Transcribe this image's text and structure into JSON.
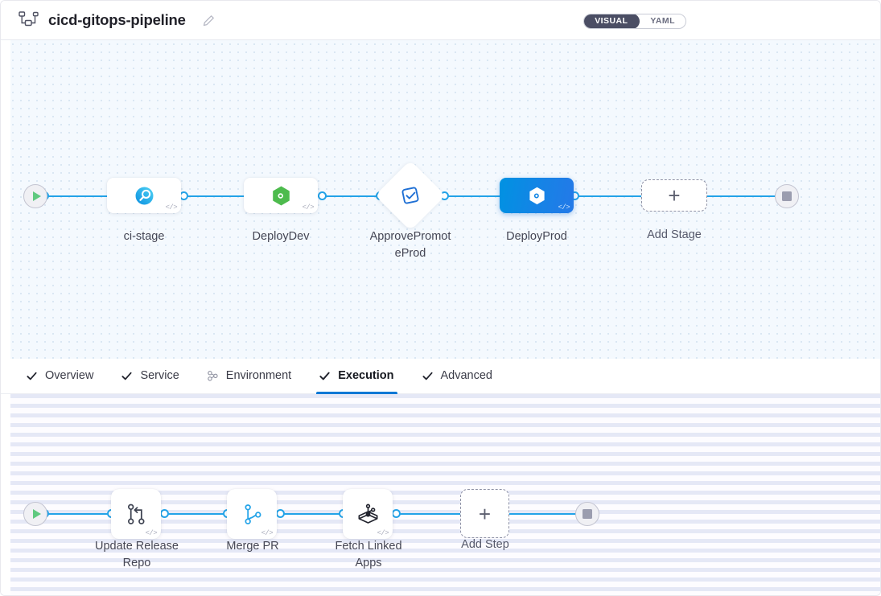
{
  "header": {
    "pipeline_icon": "pipeline-nodes-icon",
    "title": "cicd-gitops-pipeline",
    "edit_icon": "pencil-edit-icon",
    "view_toggle": {
      "options": [
        "VISUAL",
        "YAML"
      ],
      "selected": "VISUAL"
    }
  },
  "stage_graph": {
    "start_node": {
      "name": "start-node",
      "icon": "play-icon"
    },
    "end_node": {
      "name": "end-node",
      "icon": "stop-icon"
    },
    "stages": [
      {
        "label": "ci-stage",
        "icon": "ci-build-icon",
        "shape": "rounded",
        "selected": false,
        "code_badge": "</>"
      },
      {
        "label": "DeployDev",
        "icon": "cd-hexagon-green-icon",
        "shape": "rounded",
        "selected": false,
        "code_badge": "</>"
      },
      {
        "label": "ApprovePromot\neProd",
        "icon": "approval-stamp-icon",
        "shape": "diamond",
        "selected": false,
        "code_badge": ""
      },
      {
        "label": "DeployProd",
        "icon": "cd-hexagon-white-icon",
        "shape": "rounded",
        "selected": true,
        "code_badge": "</>"
      }
    ],
    "add_stage": {
      "label": "Add Stage",
      "icon": "plus-icon"
    }
  },
  "tabs": [
    {
      "label": "Overview",
      "icon": "check-icon",
      "active": false
    },
    {
      "label": "Service",
      "icon": "check-icon",
      "active": false
    },
    {
      "label": "Environment",
      "icon": "infrastructure-icon",
      "active": false
    },
    {
      "label": "Execution",
      "icon": "check-icon",
      "active": true
    },
    {
      "label": "Advanced",
      "icon": "check-icon",
      "active": false
    }
  ],
  "step_graph": {
    "start_node": {
      "name": "start-node",
      "icon": "play-icon"
    },
    "end_node": {
      "name": "end-node",
      "icon": "stop-icon"
    },
    "steps": [
      {
        "label": "Update Release\nRepo",
        "icon": "git-branch-grey-icon",
        "code_badge": "</>"
      },
      {
        "label": "Merge PR",
        "icon": "git-merge-blue-icon",
        "code_badge": "</>"
      },
      {
        "label": "Fetch Linked\nApps",
        "icon": "fetch-apps-icon",
        "code_badge": "</>"
      }
    ],
    "add_step": {
      "label": "Add Step",
      "icon": "plus-icon"
    }
  },
  "colors": {
    "accent_blue": "#23a3e8",
    "tab_active": "#0278d5",
    "selected_stage": "#0d8ae4",
    "canvas_bg": "#f4f9fe",
    "panel_bg": "#fdfcff",
    "toggle_active_bg": "#4b4e64",
    "play_green": "#5fc97f"
  }
}
